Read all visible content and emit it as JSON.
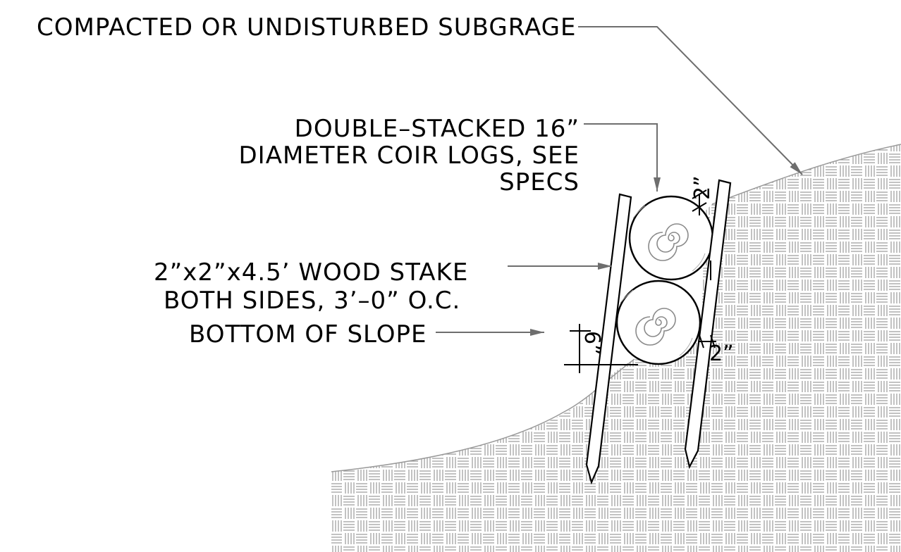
{
  "labels": {
    "subgrade": "COMPACTED OR UNDISTURBED SUBGRAGE",
    "coir_logs": [
      "DOUBLE–STACKED 16”",
      "DIAMETER COIR LOGS, SEE",
      "SPECS"
    ],
    "wood_stake": [
      "2”x2”x4.5’ WOOD STAKE",
      "BOTH SIDES, 3’–0” O.C."
    ],
    "bottom_slope": "BOTTOM OF SLOPE"
  },
  "dimensions": {
    "top_gap": "2”",
    "side_gap": "2”",
    "bottom_offset": "6”"
  },
  "colors": {
    "line": "#000000",
    "hatch": "#9a9a9a",
    "log_spiral": "#8a8a8a",
    "leader": "#6e6e6e"
  }
}
